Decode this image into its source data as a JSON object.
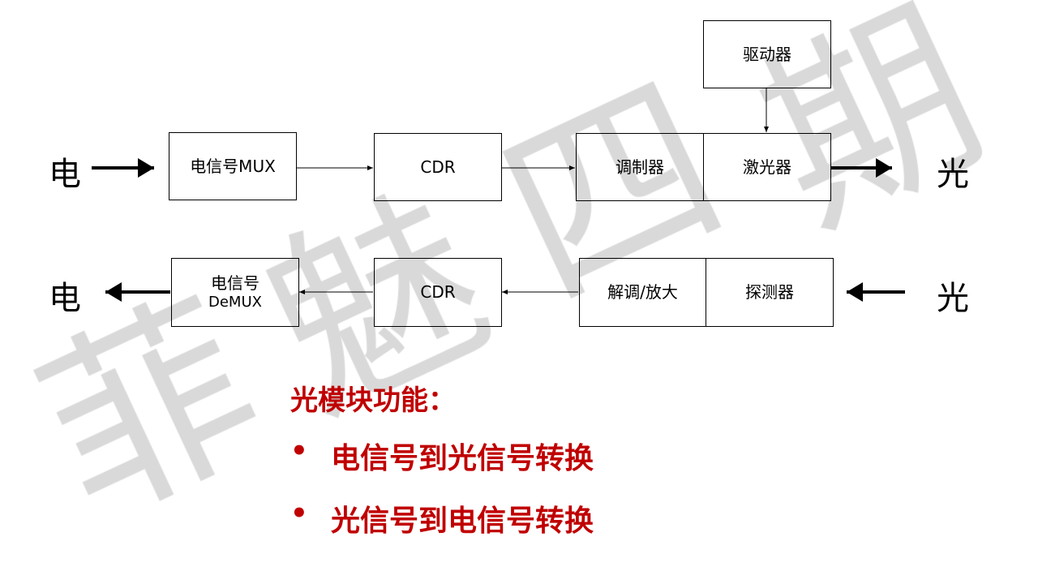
{
  "watermark": [
    "菲",
    "魅",
    "四",
    "期"
  ],
  "tx": {
    "input_label": "电",
    "output_label": "光",
    "blocks": {
      "mux": "电信号MUX",
      "cdr": "CDR",
      "modulator": "调制器",
      "laser": "激光器",
      "driver": "驱动器"
    }
  },
  "rx": {
    "input_label": "光",
    "output_label": "电",
    "blocks": {
      "demux_line1": "电信号",
      "demux_line2": "DeMUX",
      "cdr": "CDR",
      "demod": "解调/放大",
      "detector": "探测器"
    }
  },
  "functions": {
    "title": "光模块功能：",
    "bullet": "•",
    "items": [
      "电信号到光信号转换",
      "光信号到电信号转换"
    ]
  },
  "colors": {
    "accent": "#c00000",
    "watermark": "#d9d9d9"
  }
}
